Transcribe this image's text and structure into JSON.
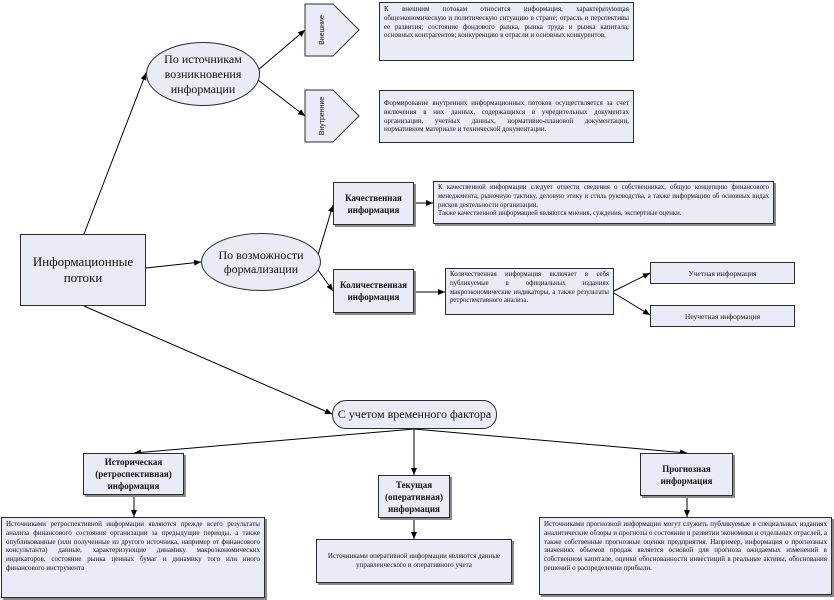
{
  "main": {
    "label": "Информационные потоки"
  },
  "source": {
    "label": "По источникам возникновения информации",
    "external": {
      "tag": "Внешние",
      "text": "К внешним потокам относится информация, характеризующая общеэкономическую и политическую ситуацию в стране; отрасль и перспективы ее развития; состояние фондового рынка, рынка труда и рынка капитала; основных контрагентов; конкуренцию в отрасли и основных конкурентов."
    },
    "internal": {
      "tag": "Внутренние",
      "text": "Формирование внутренних информационных потоков осуществляется за счет включения в них данных, содержащихся в учредительных документах организации, учетных данных, нормативно-плановой документации, нормативном материале и технической документации."
    }
  },
  "formal": {
    "label": "По возможности формализации",
    "qualitative": {
      "label": "Качественная информация",
      "text": "К качественной информации следует отнести сведения о собственниках, общую концепцию финансового менеджмента, рыночную тактику, деловую этику и стиль руководства, а также информацию об основных видах рисков деятельности организации.",
      "text2": "Также качественной информацией являются мнения, суждения, экспертные оценки."
    },
    "quantitative": {
      "label": "Количественная информация",
      "text": "Количественная информация включает в себя публикуемые в официальных изданиях макроэкономические индикаторы, а также результаты ретроспективного анализа.",
      "accounting": "Учетная информация",
      "nonaccounting": "Неучетная информация"
    }
  },
  "time": {
    "label": "С учетом временного фактора",
    "historical": {
      "label": "Историческая (ретроспективная) информация",
      "text": "Источниками ретроспективной информации являются прежде всего результаты анализа финансового состояния организации за предыдущие периоды, а также опубликованные (или полученные из другого источника, например от финансового консультанта) данные, характеризующие динамику макроэкономических индикаторов, состояние рынка ценных бумаг и динамику того или иного финансового инструмента"
    },
    "current": {
      "label": "Текущая (оперативная) информация",
      "text": "Источниками оперативной информации являются данные управленческого и оперативного учета"
    },
    "forecast": {
      "label": "Прогнозная информация",
      "text": "Источниками прогнозной информации могут служить публикуемые в специальных изданиях аналитические обзоры и прогнозы о состоянии и развитии экономики и отдельных отраслей, а также собственные прогнозные оценки предприятия. Например, информация о прогнозных значениях объемов продаж является основой для прогноза ожидаемых изменений в собственном капитале, оценки обоснованности инвестиций в реальные активы, обоснования решений о распределении прибыли."
    }
  },
  "colors": {
    "fill": "#e9ecf6",
    "stroke": "#2c2c2c",
    "shadow": "#8a8a8a"
  }
}
